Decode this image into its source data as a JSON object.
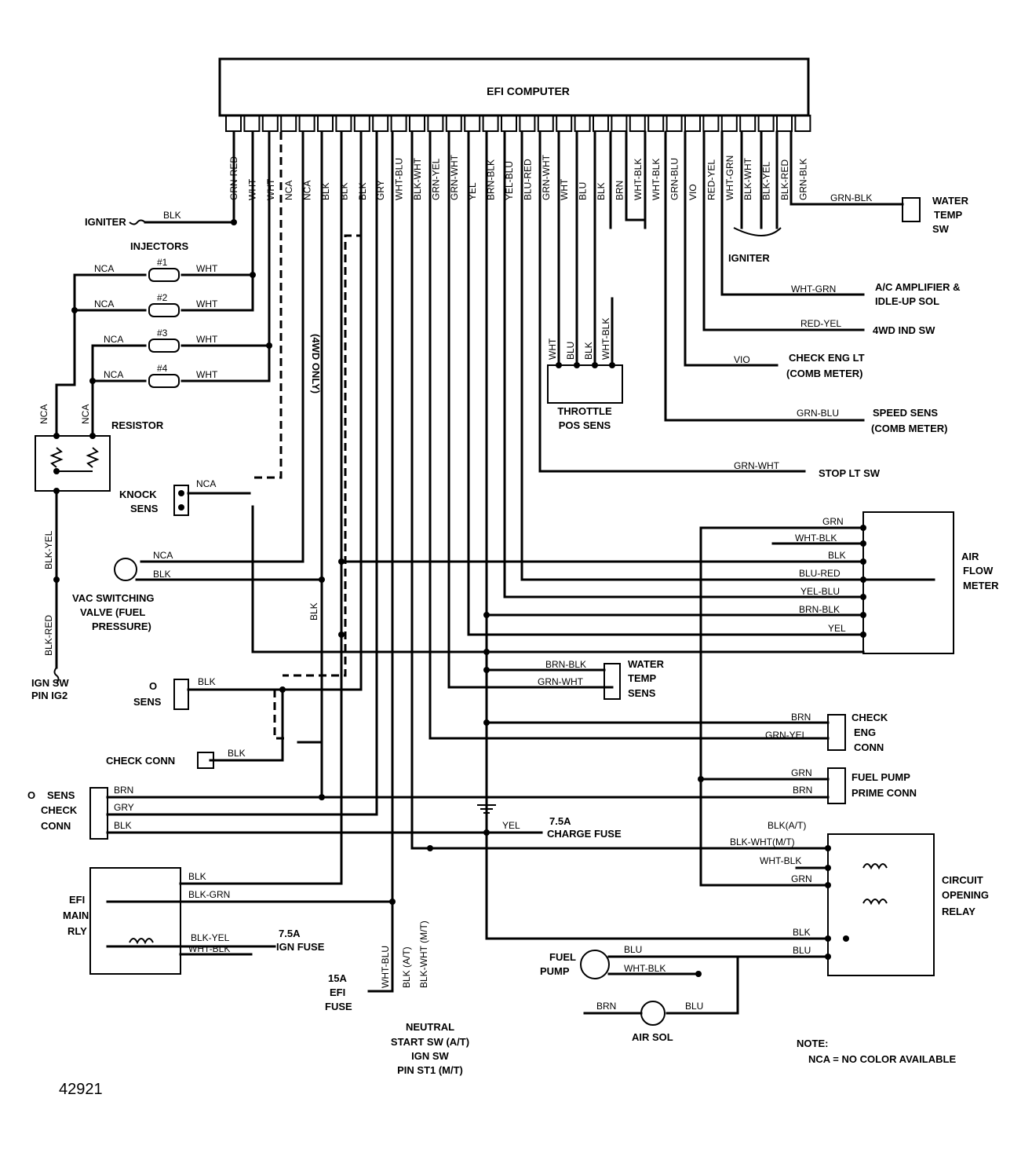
{
  "computer": {
    "title": "EFI COMPUTER"
  },
  "pins": [
    "GRN-RED",
    "WHT",
    "WHT",
    "NCA",
    "NCA",
    "BLK",
    "BLK",
    "BLK",
    "GRY",
    "WHT-BLU",
    "BLK-WHT",
    "GRN-YEL",
    "GRN-WHT",
    "YEL",
    "BRN-BLK",
    "YEL-BLU",
    "BLU-RED",
    "GRN-WHT",
    "WHT",
    "BLU",
    "BLK",
    "BRN",
    "WHT-BLK",
    "WHT-BLK",
    "GRN-BLU",
    "VIO",
    "RED-YEL",
    "WHT-GRN",
    "BLK-WHT",
    "BLK-YEL",
    "BLK-RED",
    "GRN-BLK"
  ],
  "components": {
    "igniter_left": "IGNITER",
    "igniter_right": "IGNITER",
    "injectors": "INJECTORS",
    "inj1": "#1",
    "inj2": "#2",
    "inj3": "#3",
    "inj4": "#4",
    "resistor": "RESISTOR",
    "knock_sens": [
      "KNOCK",
      "SENS"
    ],
    "vac_switching": [
      "VAC SWITCHING",
      "VALVE (FUEL",
      "PRESSURE)"
    ],
    "ign_sw_ig2": [
      "IGN SW",
      "PIN IG2"
    ],
    "o2_sens": [
      "O",
      "SENS"
    ],
    "check_conn": "CHECK CONN",
    "o2_check_conn": [
      "O",
      "SENS",
      "CHECK",
      "CONN"
    ],
    "efi_main_rly": [
      "EFI",
      "MAIN",
      "RLY"
    ],
    "ign_fuse": [
      "7.5A",
      "IGN FUSE"
    ],
    "efi_fuse": [
      "15A",
      "EFI",
      "FUSE"
    ],
    "neutral_start": [
      "NEUTRAL",
      "START SW (A/T)",
      "IGN SW",
      "PIN ST1 (M/T)"
    ],
    "fuel_pump": [
      "FUEL",
      "PUMP"
    ],
    "air_sol": "AIR SOL",
    "water_temp_sw": [
      "WATER",
      "TEMP",
      "SW"
    ],
    "ac_amp": [
      "A/C AMPLIFIER &",
      "IDLE-UP SOL"
    ],
    "fourwd_ind": "4WD IND SW",
    "check_eng_lt": [
      "CHECK ENG LT",
      "(COMB METER)"
    ],
    "speed_sens": [
      "SPEED SENS",
      "(COMB METER)"
    ],
    "stop_lt_sw": "STOP LT SW",
    "throttle_pos": [
      "THROTTLE",
      "POS SENS"
    ],
    "air_flow_meter": [
      "AIR",
      "FLOW",
      "METER"
    ],
    "water_temp_sens": [
      "WATER",
      "TEMP",
      "SENS"
    ],
    "check_eng_conn": [
      "CHECK",
      "ENG",
      "CONN"
    ],
    "fuel_pump_prime": [
      "FUEL PUMP",
      "PRIME CONN"
    ],
    "charge_fuse": [
      "7.5A",
      "CHARGE FUSE"
    ],
    "circuit_opening_relay": [
      "CIRCUIT",
      "OPENING",
      "RELAY"
    ],
    "four_wd_only": "(4WD ONLY)",
    "note_title": "NOTE:",
    "note_text": "NCA = NO COLOR AVAILABLE",
    "figure_id": "42921"
  },
  "wires": {
    "w_igniter": "BLK",
    "inj1_l": "NCA",
    "inj1_r": "WHT",
    "inj2_l": "NCA",
    "inj2_r": "WHT",
    "inj3_l": "NCA",
    "inj3_r": "WHT",
    "inj4_l": "NCA",
    "inj4_r": "WHT",
    "res_nca1": "NCA",
    "res_nca2": "NCA",
    "knock_nca": "NCA",
    "vac_nca": "NCA",
    "vac_blk": "BLK",
    "blk_yel": "BLK-YEL",
    "blk_red": "BLK-RED",
    "blk_vert": "BLK",
    "o2_blk": "BLK",
    "check_blk": "BLK",
    "o2c_brn": "BRN",
    "o2c_gry": "GRY",
    "o2c_blk": "BLK",
    "rly_blk": "BLK",
    "rly_blkgrn": "BLK-GRN",
    "rly_blkyel": "BLK-YEL",
    "rly_whtblk": "WHT-BLK",
    "fuse15_whtblu": "WHT-BLU",
    "ns_blk_at": "BLK (A/T)",
    "ns_blkwht_mt": "BLK-WHT (M/T)",
    "water_grnblk": "GRN-BLK",
    "ac_whtgrn": "WHT-GRN",
    "fwd_redyel": "RED-YEL",
    "cel_vio": "VIO",
    "spd_grnblu": "GRN-BLU",
    "stop_grnwht": "GRN-WHT",
    "tps_wht": "WHT",
    "tps_blu": "BLU",
    "tps_blk": "BLK",
    "tps_whtblk": "WHT-BLK",
    "afm_grn": "GRN",
    "afm_whtblk": "WHT-BLK",
    "afm_blk": "BLK",
    "afm_blured": "BLU-RED",
    "afm_yelblu": "YEL-BLU",
    "afm_brnblk": "BRN-BLK",
    "afm_yel": "YEL",
    "wts_brnblk": "BRN-BLK",
    "wts_grnwht": "GRN-WHT",
    "cec_brn": "BRN",
    "cec_grnyel": "GRN-YEL",
    "fpp_grn": "GRN",
    "fpp_brn": "BRN",
    "chg_yel": "YEL",
    "cor_blk_at": "BLK(A/T)",
    "cor_blkwht_mt": "BLK-WHT(M/T)",
    "cor_whtblk": "WHT-BLK",
    "cor_grn": "GRN",
    "cor_blk": "BLK",
    "cor_blu": "BLU",
    "fp_blu": "BLU",
    "fp_whtblk": "WHT-BLK",
    "air_brn": "BRN",
    "air_blu": "BLU"
  }
}
